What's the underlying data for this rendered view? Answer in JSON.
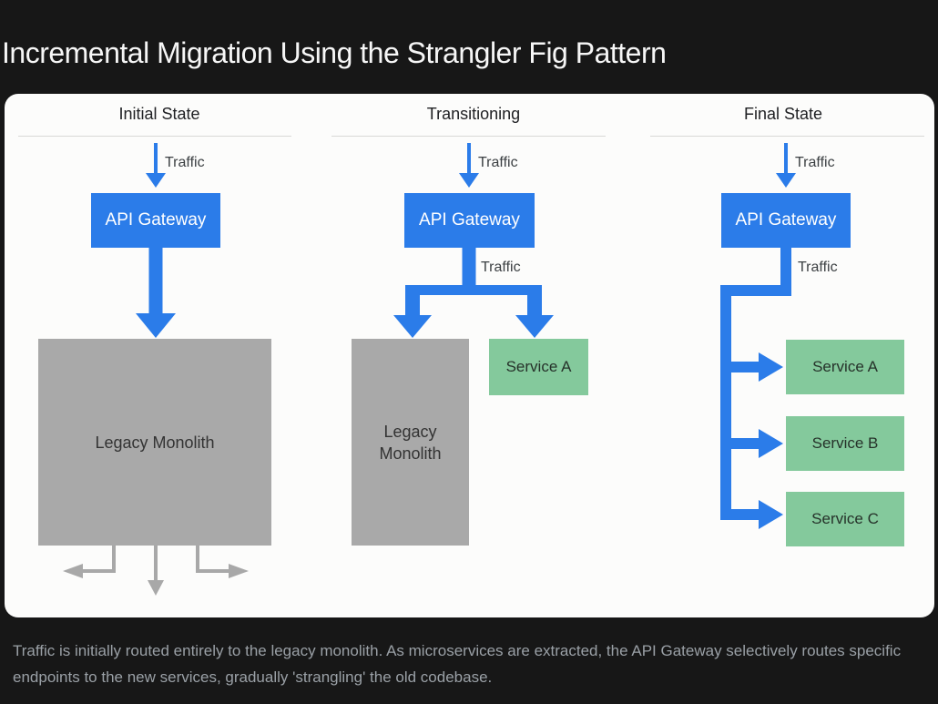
{
  "title": "Incremental Migration Using the Strangler Fig Pattern",
  "caption": "Traffic is initially routed entirely to the legacy monolith. As microservices are extracted, the API Gateway selectively routes specific endpoints to the new services, gradually 'strangling' the old codebase.",
  "panels": [
    {
      "title": "Initial State",
      "traffic_in": "Traffic",
      "gateway": "API Gateway",
      "monolith": "Legacy Monolith"
    },
    {
      "title": "Transitioning",
      "traffic_in": "Traffic",
      "gateway": "API Gateway",
      "traffic_out": "Traffic",
      "monolith": "Legacy Monolith",
      "services": [
        "Service A"
      ]
    },
    {
      "title": "Final State",
      "traffic_in": "Traffic",
      "gateway": "API Gateway",
      "traffic_out": "Traffic",
      "services": [
        "Service A",
        "Service B",
        "Service C"
      ]
    }
  ],
  "colors": {
    "accent_blue": "#2b7ce9",
    "service_green": "#84c99c",
    "monolith_gray": "#a9a9a9",
    "legacy_exit_arrow_gray": "#a8a8a8",
    "background_dark": "#171717",
    "card_white": "#fcfcfb",
    "caption_gray": "#9aa0a6",
    "heading_dark": "#202124"
  }
}
